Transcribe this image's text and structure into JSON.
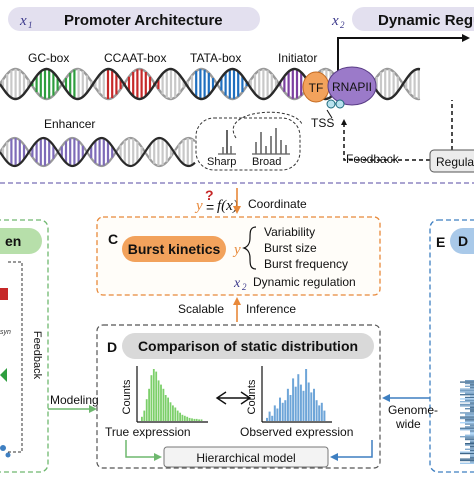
{
  "top": {
    "x1_var": "x",
    "x1_sub": "1",
    "promoter_title": "Promoter Architecture",
    "x2_var": "x",
    "x2_sub": "2",
    "dynamic_title": "Dynamic Regu",
    "elements": {
      "gc_box": "GC-box",
      "ccaat_box": "CCAAT-box",
      "tata_box": "TATA-box",
      "initiator": "Initiator",
      "enhancer": "Enhancer",
      "tf": "TF",
      "rnapii": "RNAPII",
      "tss": "TSS",
      "sharp": "Sharp",
      "broad": "Broad",
      "feedback": "Feedback",
      "regula": "Regula"
    }
  },
  "middle": {
    "formula_y": "y",
    "formula_q": "?",
    "formula_eq": "=",
    "formula_f": "f(x)",
    "coordinate": "Coordinate",
    "scalable": "Scalable",
    "inference": "Inference"
  },
  "panel_c": {
    "letter": "C",
    "title": "Burst kinetics",
    "y_var": "y",
    "items": [
      "Variability",
      "Burst size",
      "Burst frequency"
    ],
    "x2_var": "x",
    "x2_sub": "2",
    "x2_label": "Dynamic regulation"
  },
  "panel_d": {
    "letter": "D",
    "title": "Comparison of static distribution",
    "counts_left": "Counts",
    "counts_right": "Counts",
    "true_expression": "True expression",
    "observed_expression": "Observed expression",
    "hierarchical_model": "Hierarchical model"
  },
  "left_panel": {
    "title_fragment": "en",
    "feedback": "Feedback",
    "syn": "syn",
    "modeling": "Modeling"
  },
  "right_panel": {
    "letter": "E",
    "title_fragment": "D",
    "genome": "Genome-",
    "wide": "wide"
  },
  "colors": {
    "gc_box": "#2e9e3e",
    "ccaat_box": "#c62828",
    "tata_box": "#1f6fbf",
    "initiator": "#7b3fa0",
    "enhancer": "#7e6bb8",
    "tf": "#f2a25c",
    "rnapii": "#9b7ac9",
    "accent_orange": "#e8893a",
    "left_green": "#6fb86f",
    "right_blue": "#3e7fc1",
    "hist_green": "#7ccf6a",
    "hist_blue": "#6ea5d8"
  },
  "histograms": {
    "true_expression": [
      0.08,
      0.2,
      0.42,
      0.62,
      0.88,
      1.0,
      0.95,
      0.78,
      0.7,
      0.62,
      0.5,
      0.45,
      0.36,
      0.3,
      0.26,
      0.2,
      0.16,
      0.12,
      0.1,
      0.08,
      0.06,
      0.05,
      0.04,
      0.04,
      0.03,
      0.03
    ],
    "observed_expression": [
      0.06,
      0.18,
      0.1,
      0.3,
      0.24,
      0.45,
      0.35,
      0.4,
      0.62,
      0.5,
      0.82,
      0.66,
      0.9,
      0.7,
      0.58,
      1.0,
      0.74,
      0.55,
      0.62,
      0.4,
      0.3,
      0.35,
      0.2
    ]
  }
}
